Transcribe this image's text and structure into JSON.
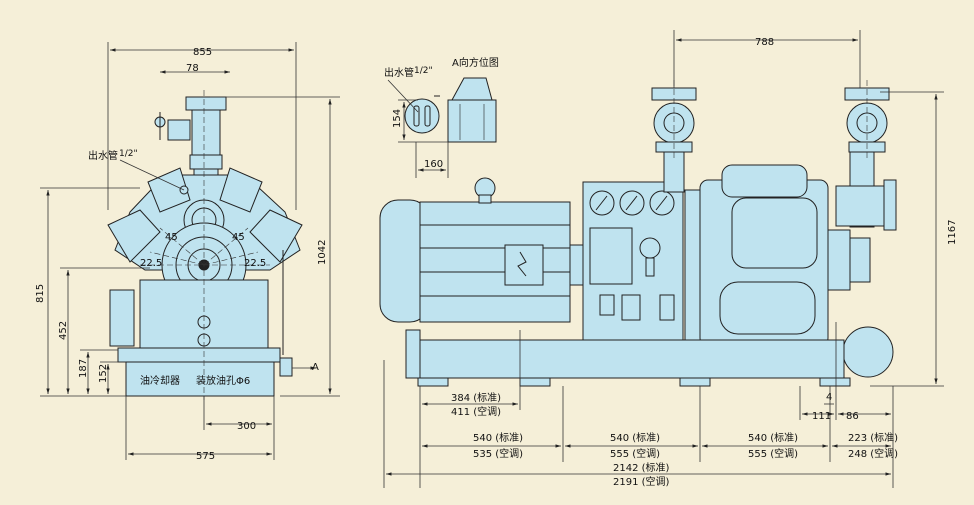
{
  "colors": {
    "background": "#f5efd8",
    "machine_fill": "#bfe3ef",
    "line": "#222222"
  },
  "labels": {
    "outlet_pipe_front": "出水管",
    "outlet_pipe_front_sup": "1/2\"",
    "outlet_pipe_view": "出水管",
    "outlet_pipe_view_sup": "1/2\"",
    "view_a_title": "A向方位图",
    "oil_cooler": "油冷却器",
    "drain_hole": "装放油孔Φ6",
    "arrow_a": "A",
    "angle_45_left": "45",
    "angle_45_right": "45",
    "angle_22_left": "22.5",
    "angle_22_right": "22.5"
  },
  "dims": {
    "d855": "855",
    "d78": "78",
    "d1042": "1042",
    "d815": "815",
    "d452": "452",
    "d187": "187",
    "d152": "152",
    "d300": "300",
    "d575": "575",
    "d154": "154",
    "d160": "160",
    "d788": "788",
    "d1167": "1167",
    "d384": "384 (标准)",
    "d411": "411 (空调)",
    "d4": "4",
    "d111": "111",
    "d86": "86",
    "d540a": "540 (标准)",
    "d535": "535 (空调)",
    "d540b": "540 (标准)",
    "d555a": "555 (空调)",
    "d540c": "540 (标准)",
    "d555b": "555 (空调)",
    "d223": "223 (标准)",
    "d248": "248 (空调)",
    "d2142": "2142 (标准)",
    "d2191": "2191 (空调)"
  }
}
